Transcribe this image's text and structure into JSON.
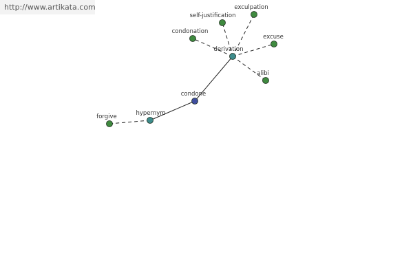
{
  "watermark": {
    "url": "http://www.artikata.com",
    "background": "#f3f3f3"
  },
  "colors": {
    "edge": "#222222",
    "root_node": "#3f4d9e",
    "relation_node": "#3d8c8c",
    "word_node": "#3f8a3f",
    "node_outline": "#1e2e1e"
  },
  "nodes": [
    {
      "id": "condone",
      "label": "condone",
      "kind": "root"
    },
    {
      "id": "hypernym",
      "label": "hypernym",
      "kind": "relation"
    },
    {
      "id": "derivation",
      "label": "derivation",
      "kind": "relation"
    },
    {
      "id": "forgive",
      "label": "forgive",
      "kind": "word"
    },
    {
      "id": "condonation",
      "label": "condonation",
      "kind": "word"
    },
    {
      "id": "self-justification",
      "label": "self-justification",
      "kind": "word"
    },
    {
      "id": "exculpation",
      "label": "exculpation",
      "kind": "word"
    },
    {
      "id": "excuse",
      "label": "excuse",
      "kind": "word"
    },
    {
      "id": "alibi",
      "label": "alibi",
      "kind": "word"
    }
  ],
  "edges": [
    {
      "from": "condone",
      "to": "hypernym",
      "style": "solid"
    },
    {
      "from": "condone",
      "to": "derivation",
      "style": "solid"
    },
    {
      "from": "hypernym",
      "to": "forgive",
      "style": "dashed"
    },
    {
      "from": "derivation",
      "to": "condonation",
      "style": "dashed"
    },
    {
      "from": "derivation",
      "to": "self-justification",
      "style": "dashed"
    },
    {
      "from": "derivation",
      "to": "exculpation",
      "style": "dashed"
    },
    {
      "from": "derivation",
      "to": "excuse",
      "style": "dashed"
    },
    {
      "from": "derivation",
      "to": "alibi",
      "style": "dashed"
    }
  ]
}
